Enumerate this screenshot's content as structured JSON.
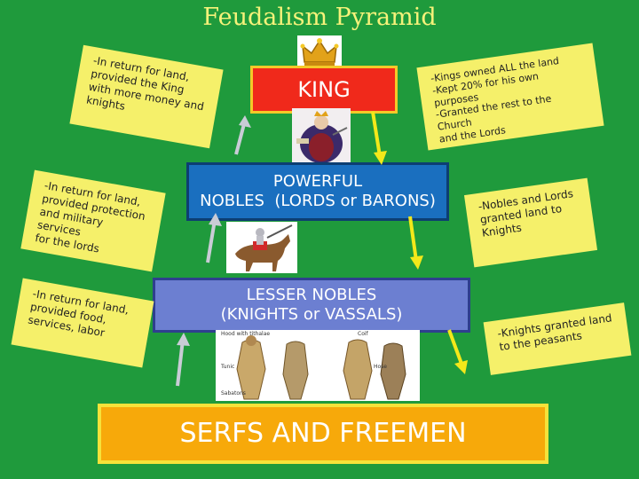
{
  "title": "Feudalism Pyramid",
  "levels": {
    "king": "KING",
    "nobles_line1": "POWERFUL",
    "nobles_line2": "NOBLES  (LORDS or BARONS)",
    "lesser_line1": "LESSER NOBLES",
    "lesser_line2": "(KNIGHTS or VASSALS)",
    "serfs": "SERFS AND FREEMEN"
  },
  "left_notes": [
    [
      "-In return for land,",
      "provided the King",
      "with more money and",
      "knights"
    ],
    [
      "-In return for land,",
      "provided protection",
      "and military services",
      "for the lords"
    ],
    [
      "-In return for land,",
      "provided food,",
      "services, labor"
    ]
  ],
  "right_notes": [
    [
      "-Kings owned ALL the land",
      "-Kept 20% for his own purposes",
      "-Granted the rest to the Church",
      "and the Lords"
    ],
    [
      "-Nobles and Lords",
      "granted land to",
      "Knights"
    ],
    [
      "-Knights granted land",
      "to the peasants"
    ]
  ],
  "image_labels": [
    "Hood with tithalae",
    "Coif",
    "Tunic",
    "Hose",
    "Sabatons"
  ],
  "colors": {
    "background": "#1f9a3c",
    "king": "#f0291b",
    "nobles": "#1a6fbf",
    "lesser": "#6c7fd1",
    "serfs": "#f7a90a",
    "note": "#f5f06a",
    "arrow_up": "#c9ccd6",
    "arrow_down": "#f3e81a"
  }
}
